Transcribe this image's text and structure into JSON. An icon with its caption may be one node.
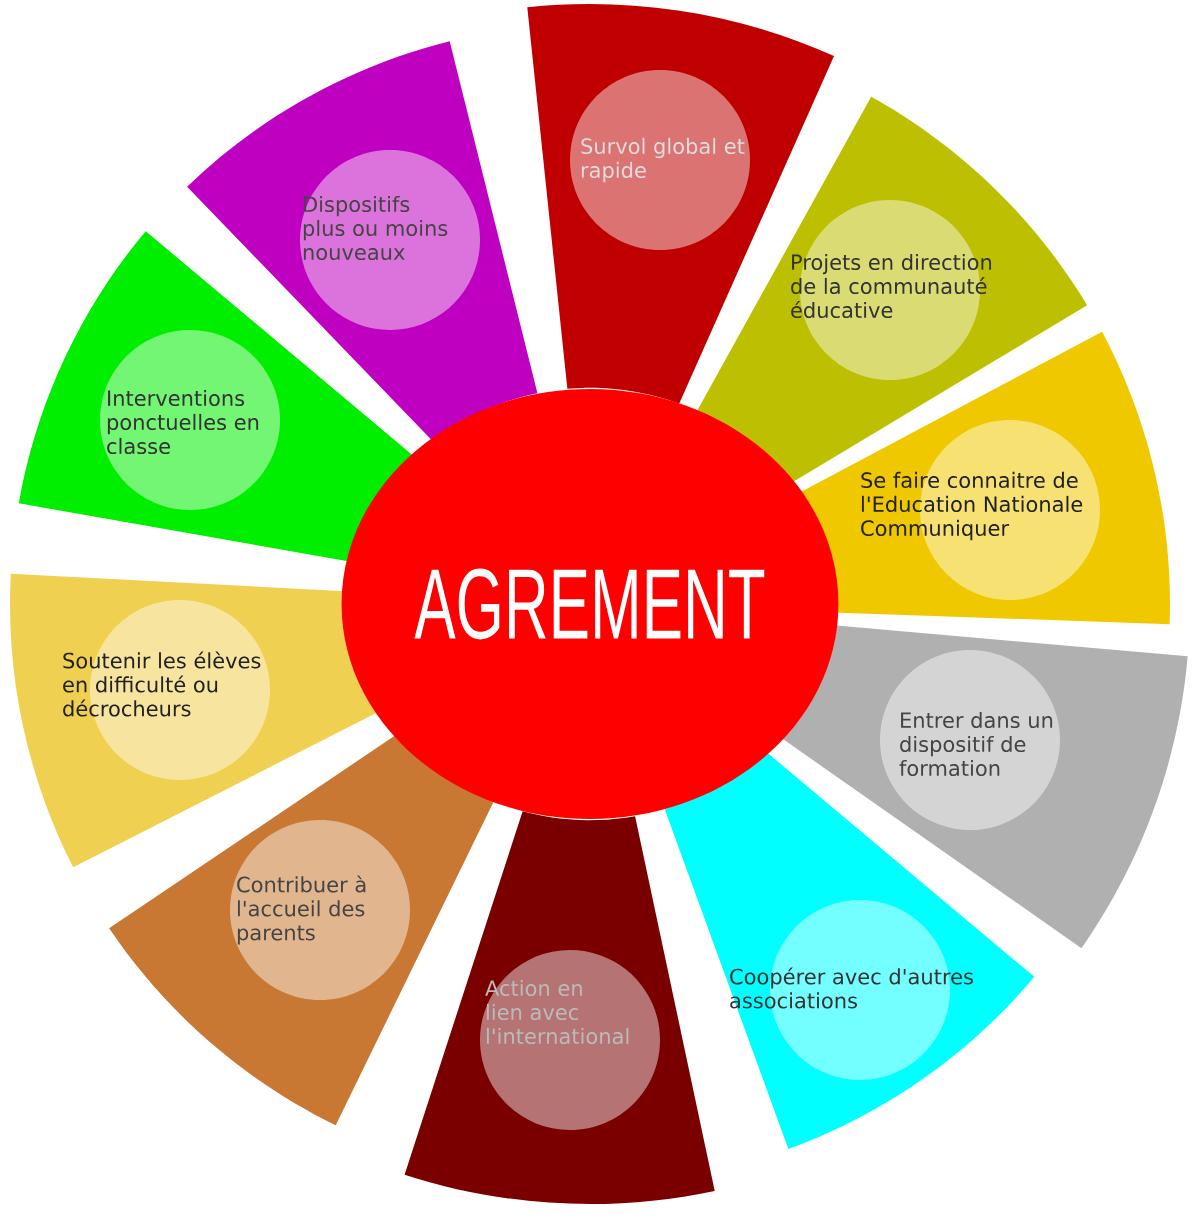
{
  "diagram": {
    "nodes": [
      {
        "text": [
          "AGREMENT"
        ]
      },
      {
        "text": [
          "Survol global et rapide"
        ]
      },
      {
        "text": [
          "Projets en direction de la communauté éducative"
        ]
      },
      {
        "text": [
          "Se faire connaitre de l'Education Nationale Communiquer"
        ]
      },
      {
        "text": [
          "Entrer dans un dispositif de formation"
        ]
      },
      {
        "text": [
          "Coopérer avec d'autres associations"
        ]
      },
      {
        "text": [
          "Action en lien avec l'international"
        ]
      },
      {
        "text": [
          "Contribuer à l'accueil des parents"
        ]
      },
      {
        "text": [
          "Soutenir les élèves en difficulté ou décrocheurs"
        ]
      },
      {
        "text": [
          "Interventions ponctuelles en classe"
        ]
      },
      {
        "text": [
          "Dispositifs plus ou moins nouveaux"
        ]
      }
    ]
  }
}
